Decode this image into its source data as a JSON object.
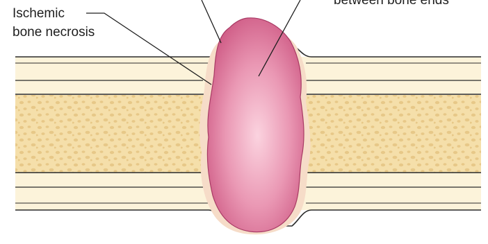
{
  "labels": {
    "ischemic_line1": "Ischemic",
    "ischemic_line2": "bone necrosis",
    "between_bone_ends": "between bone ends"
  },
  "colors": {
    "cortex_fill": "#fcf3da",
    "medulla_fill": "#f5dfaa",
    "trabecula_dot": "#e7c888",
    "bone_outline": "#2a2a2a",
    "hematoma_core": "#f9c6d6",
    "hematoma_edge": "#cf5c86",
    "hematoma_outline": "#a83a64",
    "necrosis_halo": "#f6dcc8"
  }
}
